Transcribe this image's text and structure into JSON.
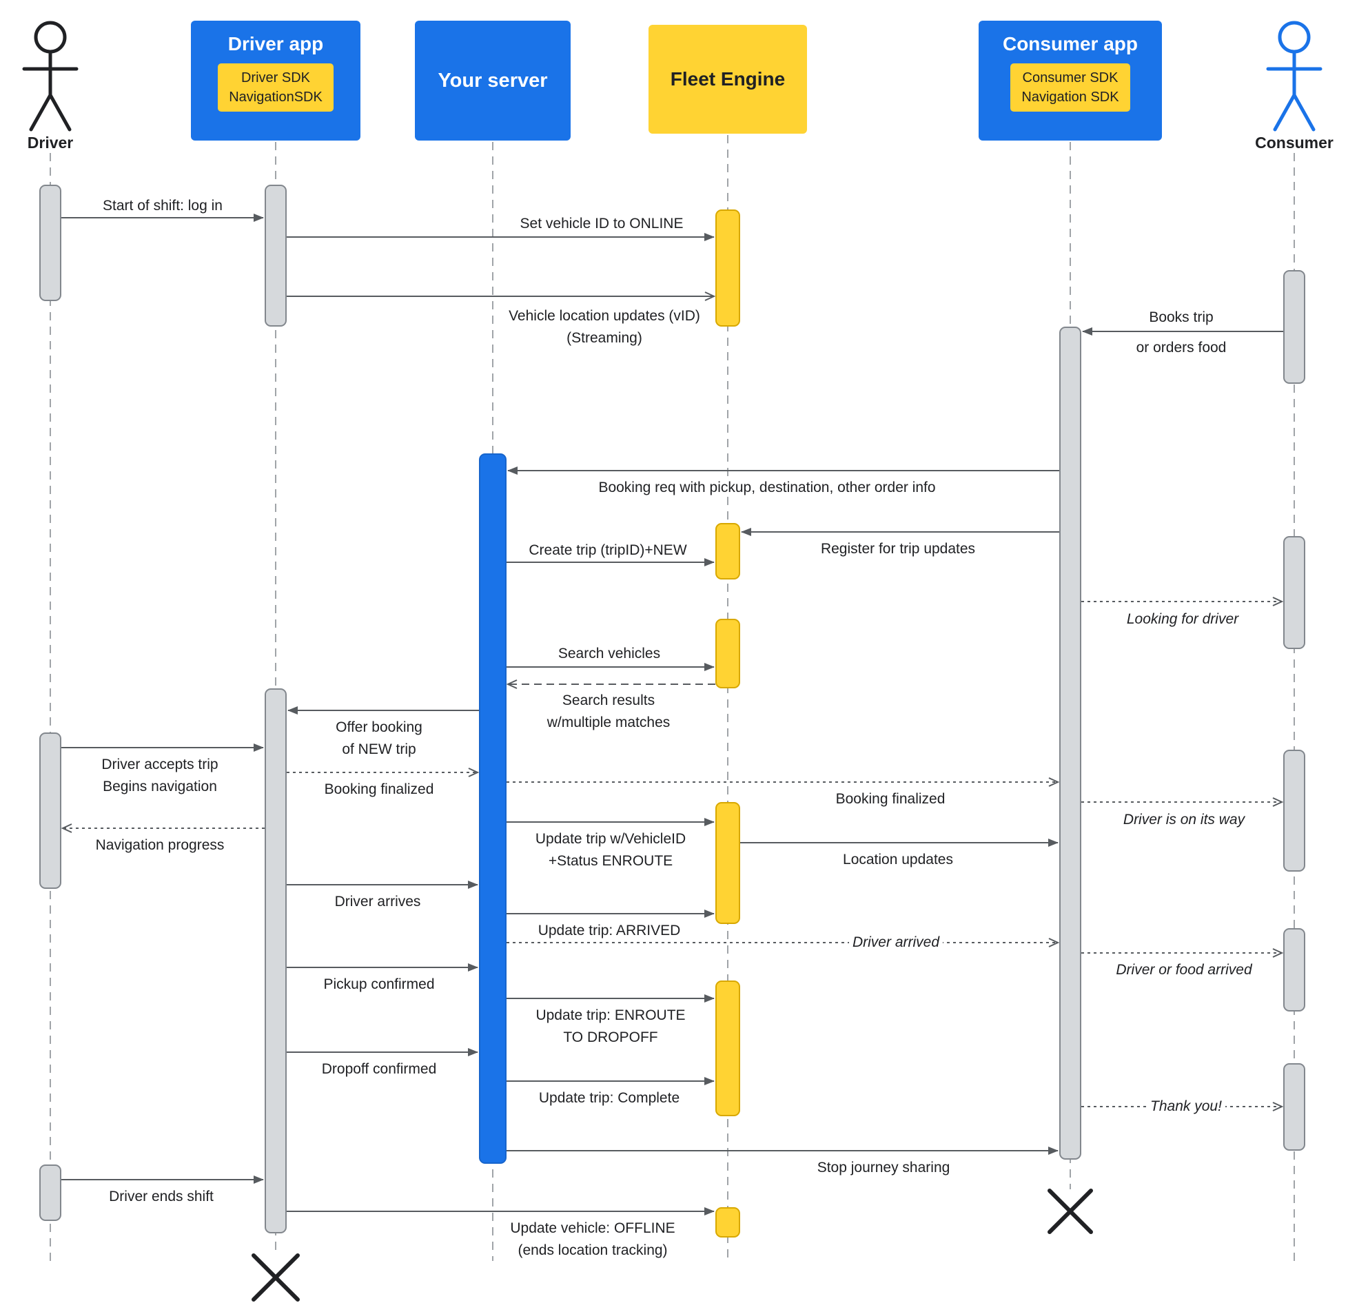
{
  "participants": {
    "driver": {
      "label": "Driver"
    },
    "driver_app": {
      "title": "Driver app",
      "sdk1": "Driver SDK",
      "sdk2": "NavigationSDK"
    },
    "server": {
      "title": "Your server"
    },
    "fleet_engine": {
      "title": "Fleet Engine"
    },
    "consumer_app": {
      "title": "Consumer app",
      "sdk1": "Consumer SDK",
      "sdk2": "Navigation SDK"
    },
    "consumer": {
      "label": "Consumer"
    }
  },
  "messages": {
    "start_shift": "Start of shift: log in",
    "set_vehicle_online": "Set vehicle ID to ONLINE",
    "vehicle_location_updates_1": "Vehicle location updates (vID)",
    "vehicle_location_updates_2": "(Streaming)",
    "books_trip_1": "Books trip",
    "books_trip_2": "or orders food",
    "booking_req": "Booking req with pickup, destination, other order info",
    "register_trip_updates": "Register for trip updates",
    "create_trip": "Create trip (tripID)+NEW",
    "looking_for_driver": "Looking for driver",
    "search_vehicles": "Search vehicles",
    "search_results_1": "Search results",
    "search_results_2": "w/multiple matches",
    "offer_booking_1": "Offer booking",
    "offer_booking_2": "of NEW trip",
    "driver_accepts_1": "Driver accepts trip",
    "driver_accepts_2": "Begins navigation",
    "booking_finalized_left": "Booking finalized",
    "booking_finalized_right": "Booking finalized",
    "driver_on_way": "Driver is on its way",
    "navigation_progress": "Navigation progress",
    "update_trip_enroute_1": "Update trip w/VehicleID",
    "update_trip_enroute_2": "+Status ENROUTE",
    "location_updates": "Location updates",
    "driver_arrives": "Driver arrives",
    "update_trip_arrived": "Update trip: ARRIVED",
    "driver_arrived": "Driver arrived",
    "driver_food_arrived": "Driver or food arrived",
    "pickup_confirmed": "Pickup confirmed",
    "update_trip_dropoff_1": "Update trip: ENROUTE",
    "update_trip_dropoff_2": "TO DROPOFF",
    "dropoff_confirmed": "Dropoff confirmed",
    "update_trip_complete": "Update trip: Complete",
    "thank_you": "Thank you!",
    "stop_journey_sharing": "Stop journey sharing",
    "driver_ends_shift": "Driver ends shift",
    "update_vehicle_offline_1": "Update vehicle: OFFLINE",
    "update_vehicle_offline_2": "(ends location tracking)"
  },
  "colors": {
    "brand_blue": "#1a73e8",
    "brand_yellow": "#ffd333",
    "activation_gray": "#d6d9dc",
    "lifeline_gray": "#a0a4a8",
    "arrow_gray": "#575b5f",
    "text_dark": "#202124"
  }
}
